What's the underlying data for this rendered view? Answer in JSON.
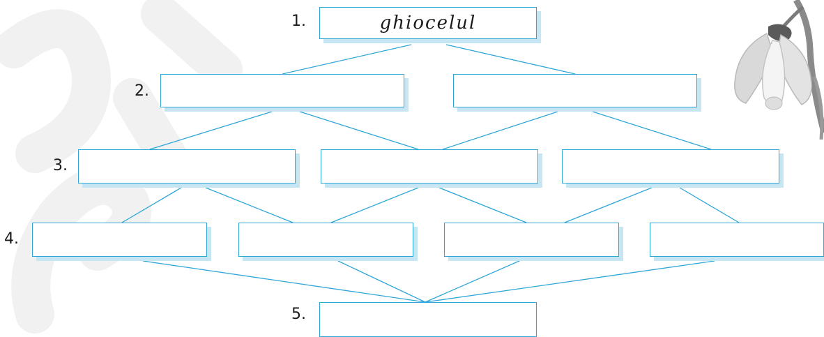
{
  "diagram": {
    "level_labels": [
      "1.",
      "2.",
      "3.",
      "4.",
      "5."
    ],
    "root_word": "ghiocelul",
    "colors": {
      "box_border": "#2fa6d8",
      "box_shadow": "#c6e6f4",
      "connector": "#2fa6d8"
    }
  },
  "icons": [
    "watermark",
    "snowdrop-flower-icon"
  ]
}
